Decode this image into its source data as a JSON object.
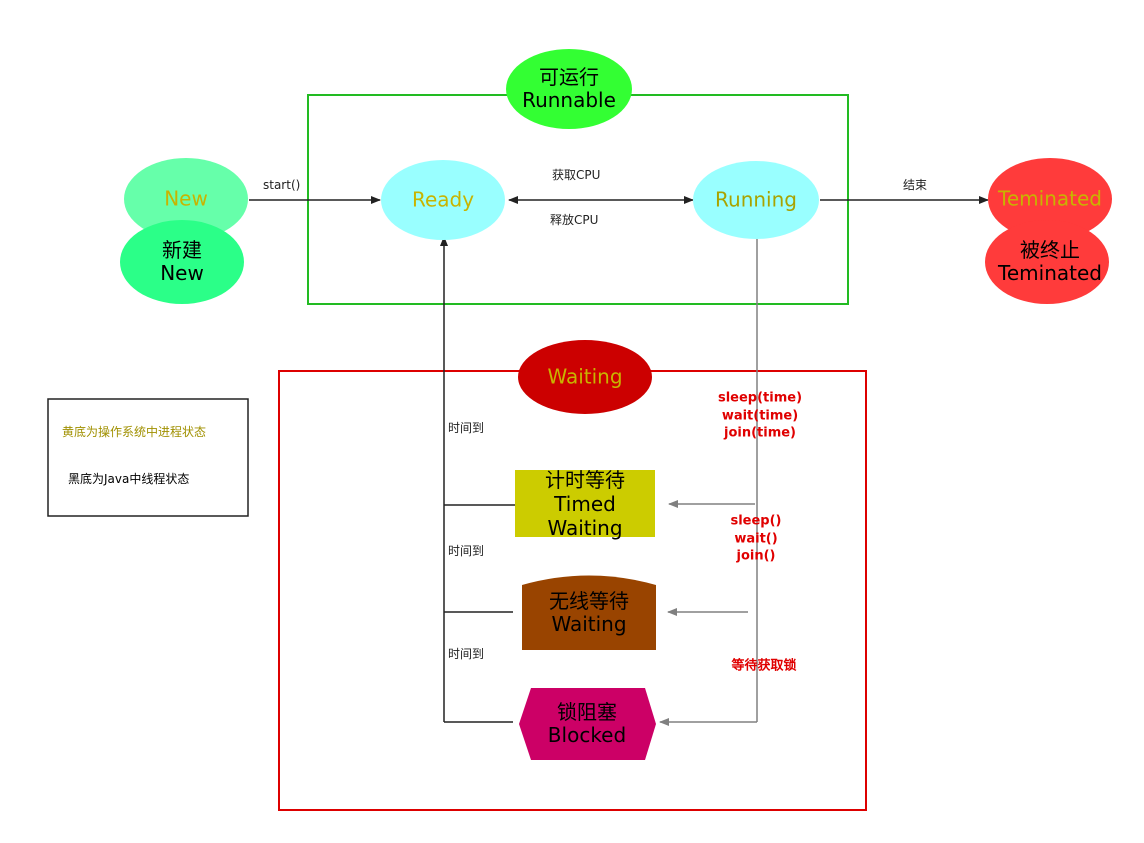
{
  "nodes": {
    "new": {
      "os_label": "New",
      "java_label_cn": "新建",
      "java_label_en": "New"
    },
    "ready": {
      "os_label": "Ready"
    },
    "running": {
      "os_label": "Running"
    },
    "terminated": {
      "os_label": "Teminated",
      "java_label_cn": "被终止",
      "java_label_en": "Teminated"
    },
    "runnable": {
      "label_cn": "可运行",
      "label_en": "Runnable"
    },
    "waiting": {
      "os_label": "Waiting"
    },
    "timed_waiting": {
      "label_cn": "计时等待",
      "label_en_1": "Timed",
      "label_en_2": "Waiting"
    },
    "unlimited_waiting": {
      "label_cn": "无线等待",
      "label_en": "Waiting"
    },
    "blocked": {
      "label_cn": "锁阻塞",
      "label_en": "Blocked"
    }
  },
  "edges": {
    "start": "start()",
    "acquire_cpu": "获取CPU",
    "release_cpu": "释放CPU",
    "finish": "结束",
    "timeout_1": "时间到",
    "timeout_2": "时间到",
    "timeout_3": "时间到",
    "timed_calls": [
      "sleep(time)",
      "wait(time)",
      "join(time)"
    ],
    "untimed_calls": [
      "sleep()",
      "wait()",
      "join()"
    ],
    "wait_lock": "等待获取锁"
  },
  "legend": {
    "os_note": "黄底为操作系统中进程状态",
    "java_note": "黑底为Java中线程状态"
  },
  "colors": {
    "os_text": "#c8b400",
    "runnable_box": "#22bb22",
    "waiting_box": "#dd0000",
    "new_fill": "#66ffaa",
    "new_java_fill": "#2bff88",
    "ready_fill": "#99ffff",
    "terminated_fill": "#ff3b3b",
    "runnable_fill": "#33ff33",
    "waiting_fill": "#cc0000",
    "timed_fill": "#cccc00",
    "unlimited_fill": "#994400",
    "blocked_fill": "#cc0066",
    "call_text": "#e00000"
  }
}
